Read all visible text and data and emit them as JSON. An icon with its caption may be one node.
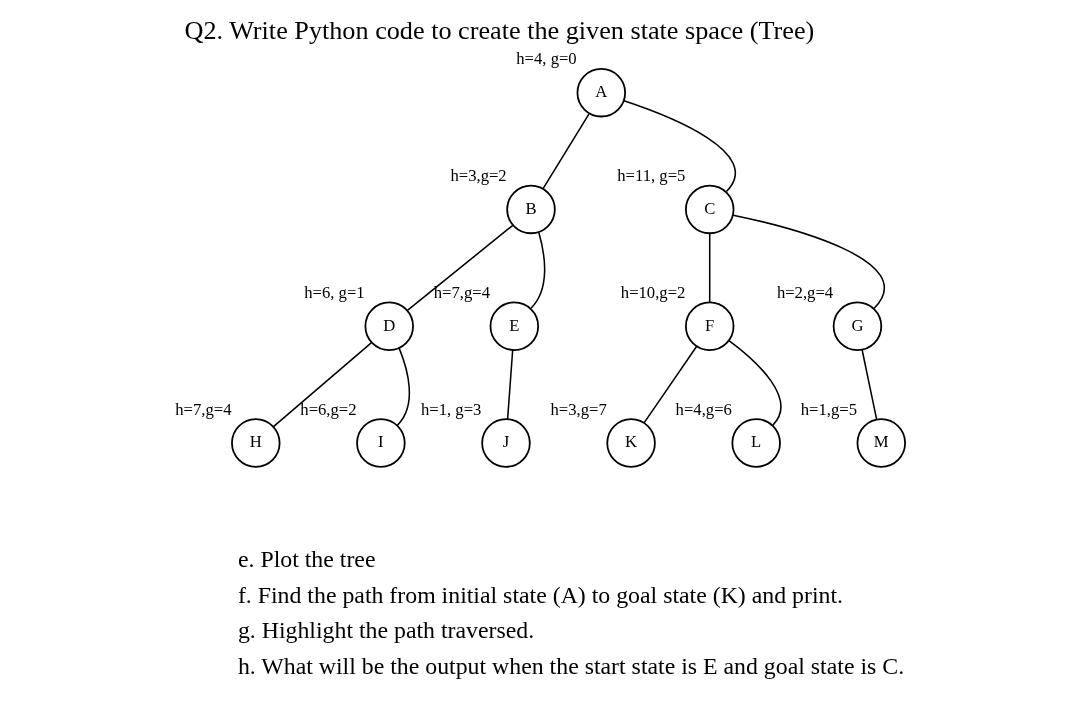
{
  "diagram": {
    "title": "Q2. Write Python code to create the given state space (Tree)",
    "nodes": [
      {
        "text": [
          "A"
        ],
        "beside": [
          "h=4, g=0"
        ]
      },
      {
        "text": [
          "B"
        ],
        "beside": [
          "h=3,g=2"
        ]
      },
      {
        "text": [
          "C"
        ],
        "beside": [
          "h=11, g=5"
        ]
      },
      {
        "text": [
          "D"
        ],
        "beside": [
          "h=6, g=1"
        ]
      },
      {
        "text": [
          "E"
        ],
        "beside": [
          "h=7,g=4"
        ]
      },
      {
        "text": [
          "F"
        ],
        "beside": [
          "h=10,g=2"
        ]
      },
      {
        "text": [
          "G"
        ],
        "beside": [
          "h=2,g=4"
        ]
      },
      {
        "text": [
          "H"
        ],
        "beside": [
          "h=7,g=4"
        ]
      },
      {
        "text": [
          "I"
        ],
        "beside": [
          "h=6,g=2"
        ]
      },
      {
        "text": [
          "J"
        ],
        "beside": [
          "h=1, g=3"
        ]
      },
      {
        "text": [
          "K"
        ],
        "beside": [
          "h=3,g=7"
        ]
      },
      {
        "text": [
          "L"
        ],
        "beside": [
          "h=4,g=6"
        ]
      },
      {
        "text": [
          "M"
        ],
        "beside": [
          "h=1,g=5"
        ]
      }
    ],
    "edges": [
      {
        "from": 0,
        "to": 1,
        "arrow": "none"
      },
      {
        "from": 0,
        "to": 2,
        "arrow": "none"
      },
      {
        "from": 1,
        "to": 3,
        "arrow": "none"
      },
      {
        "from": 1,
        "to": 4,
        "arrow": "none"
      },
      {
        "from": 2,
        "to": 5,
        "arrow": "none"
      },
      {
        "from": 2,
        "to": 6,
        "arrow": "none"
      },
      {
        "from": 3,
        "to": 7,
        "arrow": "none"
      },
      {
        "from": 3,
        "to": 8,
        "arrow": "none"
      },
      {
        "from": 4,
        "to": 9,
        "arrow": "none"
      },
      {
        "from": 5,
        "to": 10,
        "arrow": "none"
      },
      {
        "from": 5,
        "to": 11,
        "arrow": "none"
      },
      {
        "from": 6,
        "to": 12,
        "arrow": "none"
      }
    ],
    "labels": [
      "e. Plot the tree",
      "f. Find the path from initial state (A) to goal state (K) and print.",
      "g. Highlight the path traversed.",
      "h. What will be the output when the start state is E and goal state is C."
    ]
  }
}
